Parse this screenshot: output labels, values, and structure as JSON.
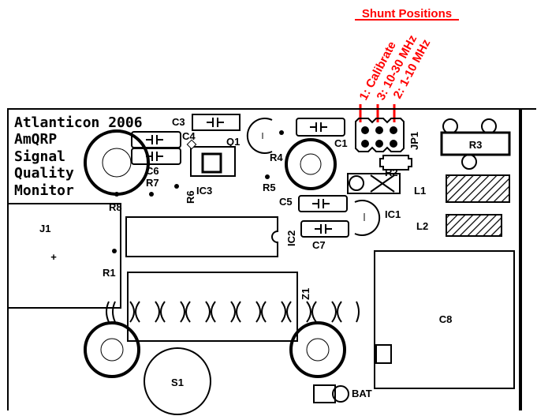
{
  "heading": "Shunt Positions",
  "shunt_positions": [
    "1: Calibrate",
    "3: 10-30 MHz",
    "2: 1-10 MHz"
  ],
  "board_title": [
    "Atlanticon 2006",
    "AmQRP",
    "Signal",
    "Quality",
    "Monitor"
  ],
  "components": {
    "c1": "C1",
    "c2": "IC2",
    "c3": "C3",
    "c4": "C4",
    "c5": "C5",
    "c6": "C6",
    "c7": "C7",
    "c8": "C8",
    "r1": "R1",
    "r2": "R2",
    "r3": "R3",
    "r4": "R4",
    "r5": "R5",
    "r6": "R6",
    "r7": "R7",
    "r8": "R8",
    "q1": "Q1",
    "ic1": "IC1",
    "ic3": "IC3",
    "jp1": "JP1",
    "j1": "J1",
    "j1_sign": "+",
    "l1": "L1",
    "l2": "L2",
    "z1": "Z1",
    "s1": "S1",
    "bat": "BAT"
  },
  "colors": {
    "annotation": "#ff0000",
    "silkscreen": "#000000",
    "background": "#ffffff"
  }
}
